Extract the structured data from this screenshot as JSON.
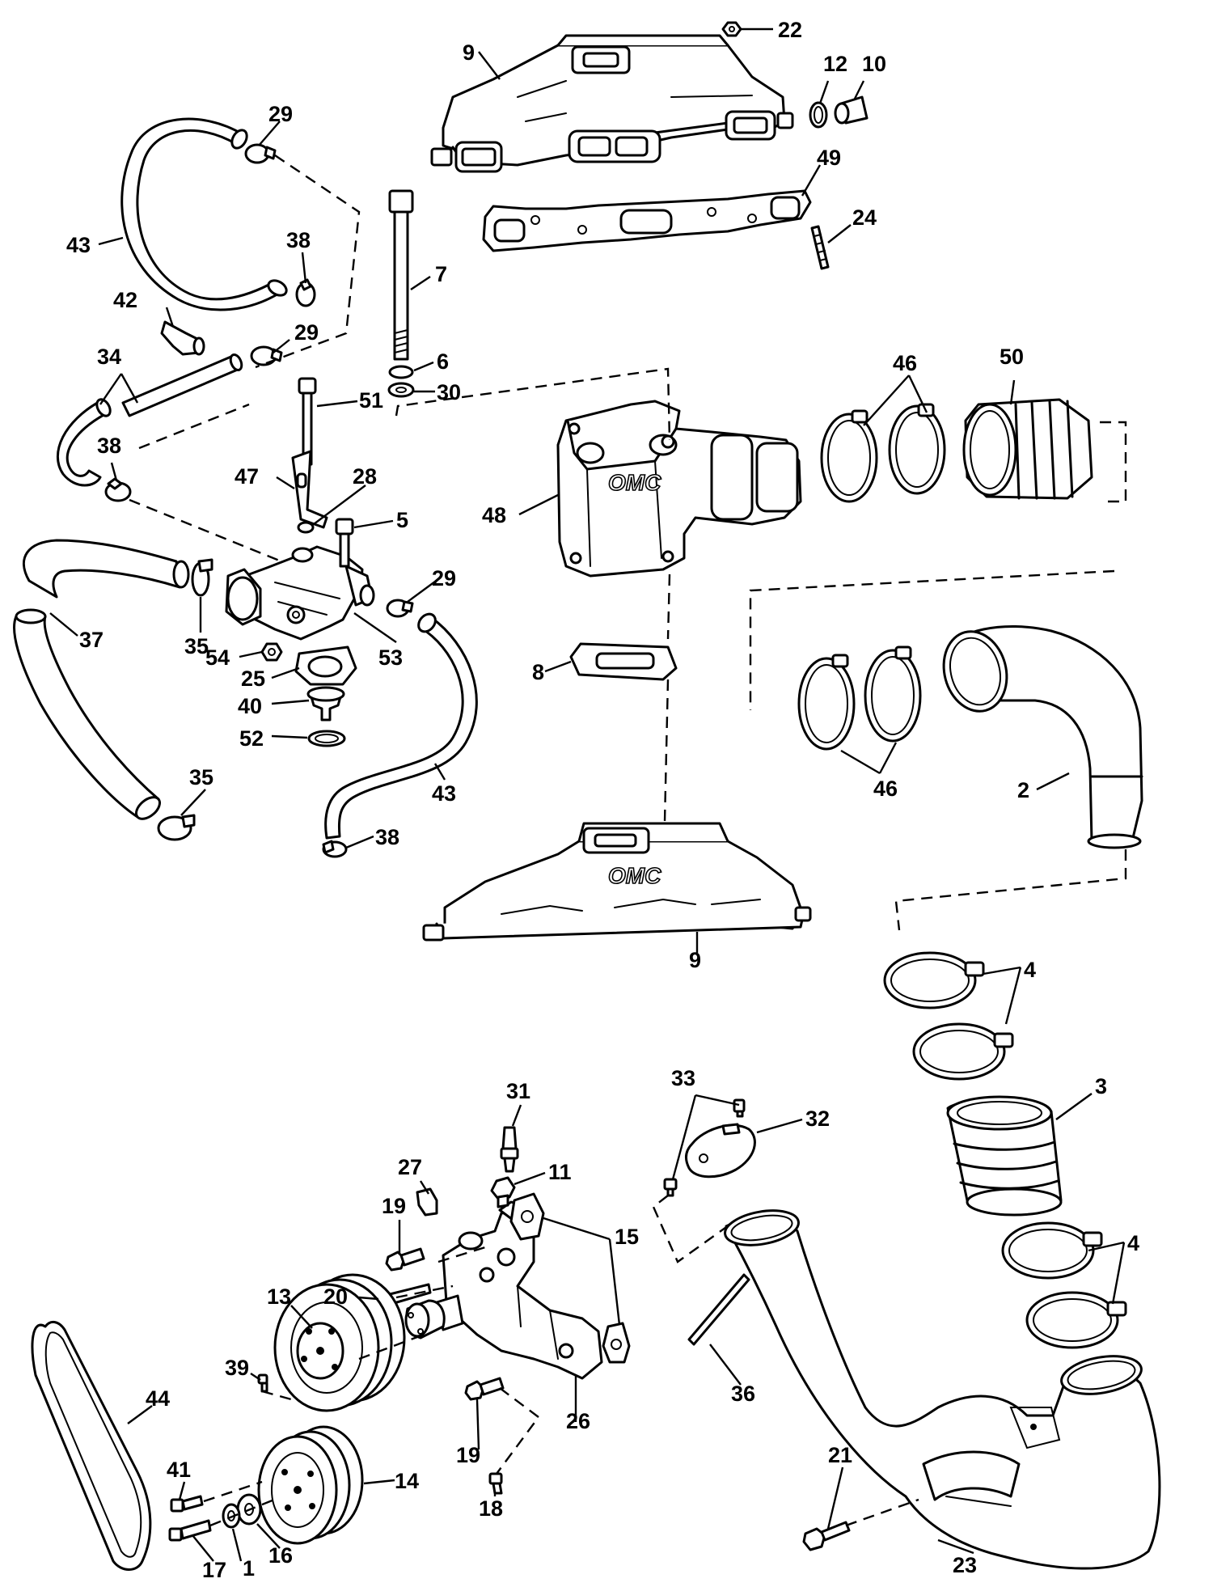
{
  "diagram": {
    "logo_text": "OMC",
    "callouts": [
      {
        "id": "c22a",
        "text": "22"
      },
      {
        "id": "c9a",
        "text": "9"
      },
      {
        "id": "c12",
        "text": "12"
      },
      {
        "id": "c10",
        "text": "10"
      },
      {
        "id": "c29a",
        "text": "29"
      },
      {
        "id": "c49",
        "text": "49"
      },
      {
        "id": "c24",
        "text": "24"
      },
      {
        "id": "c43a",
        "text": "43"
      },
      {
        "id": "c38a",
        "text": "38"
      },
      {
        "id": "c7",
        "text": "7"
      },
      {
        "id": "c42",
        "text": "42"
      },
      {
        "id": "c29b",
        "text": "29"
      },
      {
        "id": "c34",
        "text": "34"
      },
      {
        "id": "c6",
        "text": "6"
      },
      {
        "id": "c46a",
        "text": "46"
      },
      {
        "id": "c50",
        "text": "50"
      },
      {
        "id": "c51",
        "text": "51"
      },
      {
        "id": "c30",
        "text": "30"
      },
      {
        "id": "c38b",
        "text": "38"
      },
      {
        "id": "c47",
        "text": "47"
      },
      {
        "id": "c28",
        "text": "28"
      },
      {
        "id": "c48",
        "text": "48"
      },
      {
        "id": "c5",
        "text": "5"
      },
      {
        "id": "c29c",
        "text": "29"
      },
      {
        "id": "c37",
        "text": "37"
      },
      {
        "id": "c35a",
        "text": "35"
      },
      {
        "id": "c53",
        "text": "53"
      },
      {
        "id": "c54",
        "text": "54"
      },
      {
        "id": "c25",
        "text": "25"
      },
      {
        "id": "c8",
        "text": "8"
      },
      {
        "id": "c40",
        "text": "40"
      },
      {
        "id": "c52",
        "text": "52"
      },
      {
        "id": "c46b",
        "text": "46"
      },
      {
        "id": "c2",
        "text": "2"
      },
      {
        "id": "c35b",
        "text": "35"
      },
      {
        "id": "c43b",
        "text": "43"
      },
      {
        "id": "c38c",
        "text": "38"
      },
      {
        "id": "c9b",
        "text": "9"
      },
      {
        "id": "c4a",
        "text": "4"
      },
      {
        "id": "c3",
        "text": "3"
      },
      {
        "id": "c31",
        "text": "31"
      },
      {
        "id": "c33",
        "text": "33"
      },
      {
        "id": "c32",
        "text": "32"
      },
      {
        "id": "c27",
        "text": "27"
      },
      {
        "id": "c11",
        "text": "11"
      },
      {
        "id": "c19a",
        "text": "19"
      },
      {
        "id": "c15",
        "text": "15"
      },
      {
        "id": "c4b",
        "text": "4"
      },
      {
        "id": "c20",
        "text": "20"
      },
      {
        "id": "c13",
        "text": "13"
      },
      {
        "id": "c39",
        "text": "39"
      },
      {
        "id": "c44",
        "text": "44"
      },
      {
        "id": "c19b",
        "text": "19"
      },
      {
        "id": "c26",
        "text": "26"
      },
      {
        "id": "c36",
        "text": "36"
      },
      {
        "id": "c41",
        "text": "41"
      },
      {
        "id": "c14",
        "text": "14"
      },
      {
        "id": "c18",
        "text": "18"
      },
      {
        "id": "c21",
        "text": "21"
      },
      {
        "id": "c17",
        "text": "17"
      },
      {
        "id": "c1",
        "text": "1"
      },
      {
        "id": "c16",
        "text": "16"
      },
      {
        "id": "c23",
        "text": "23"
      }
    ]
  }
}
